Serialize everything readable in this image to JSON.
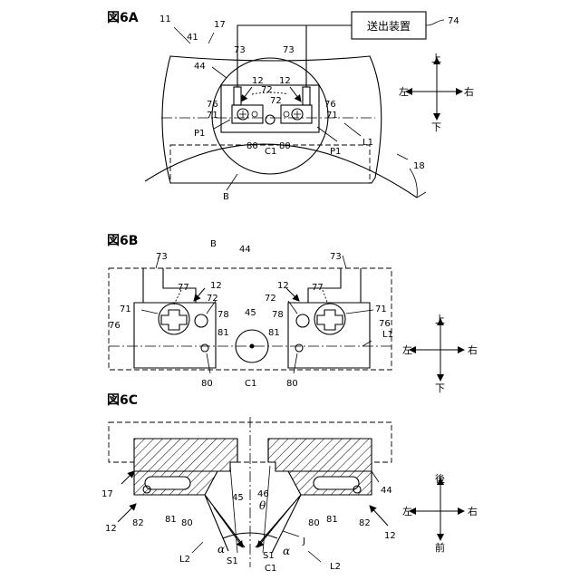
{
  "figures": {
    "fig6a": {
      "title": "図6A",
      "labels": {
        "r11": "11",
        "r17": "17",
        "r41": "41",
        "r44": "44",
        "r73a": "73",
        "r73b": "73",
        "r12a": "12",
        "r12b": "12",
        "r72a": "72",
        "r72b": "72",
        "r76a": "76",
        "r76b": "76",
        "r71a": "71",
        "r71b": "71",
        "p1a": "P1",
        "p1b": "P1",
        "r80a": "80",
        "r80b": "80",
        "c1": "C1",
        "l1": "L1",
        "b": "B",
        "r18": "18",
        "r74": "74"
      },
      "device_box": "送出装置",
      "directions": {
        "up": "上",
        "down": "下",
        "left": "左",
        "right": "右"
      }
    },
    "fig6b": {
      "title": "図6B",
      "labels": {
        "b": "B",
        "r44": "44",
        "r73a": "73",
        "r73b": "73",
        "r12a": "12",
        "r12b": "12",
        "r77a": "77",
        "r77b": "77",
        "r72a": "72",
        "r72b": "72",
        "r71a": "71",
        "r71b": "71",
        "r78a": "78",
        "r78b": "78",
        "r76a": "76",
        "r76b": "76",
        "r45": "45",
        "r81a": "81",
        "r81b": "81",
        "l1": "L1",
        "r80a": "80",
        "r80b": "80",
        "c1": "C1"
      },
      "directions": {
        "up": "上",
        "down": "下",
        "left": "左",
        "right": "右"
      }
    },
    "fig6c": {
      "title": "図6C",
      "labels": {
        "r17": "17",
        "r44": "44",
        "r12a": "12",
        "r12b": "12",
        "r82a": "82",
        "r82b": "82",
        "r81a": "81",
        "r81b": "81",
        "r80a": "80",
        "r80b": "80",
        "r45": "45",
        "r46": "46",
        "theta": "θ",
        "alpha_a": "α",
        "alpha_b": "α",
        "l2a": "L2",
        "l2b": "L2",
        "s1a": "S1",
        "s1b": "S1",
        "c1": "C1",
        "j": "J"
      },
      "directions": {
        "back": "後",
        "front": "前",
        "left": "左",
        "right": "右"
      }
    }
  }
}
